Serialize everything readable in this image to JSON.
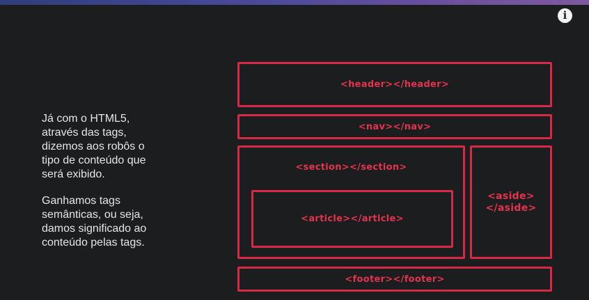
{
  "info_button": {
    "glyph": "i"
  },
  "text": {
    "paragraph_1": "Já com o HTML5, através das tags, dizemos aos robôs o tipo de conteúdo que será exibido.",
    "paragraph_2": "Ganhamos tags semânticas, ou seja, damos significado ao conteúdo pelas tags."
  },
  "layout_diagram": {
    "header": "<header></header>",
    "nav": "<nav></nav>",
    "section": "<section></section>",
    "article": "<article></article>",
    "aside": "<aside>\n</aside>",
    "footer": "<footer></footer>"
  },
  "colors": {
    "background": "#1c1d1f",
    "accent": "#d42a45",
    "text": "#e6e6e6"
  }
}
